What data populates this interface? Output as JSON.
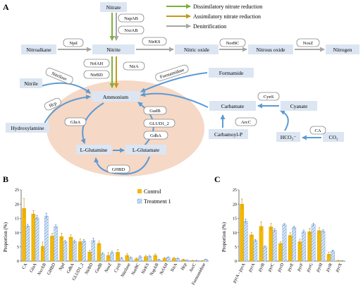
{
  "panel_labels": {
    "a": "A",
    "b": "B",
    "c": "C"
  },
  "legend_top": [
    {
      "label": "Dissimilatory nitrate reduction",
      "color": "#7ab23a"
    },
    {
      "label": "Assimilatory nitrate reduction",
      "color": "#c49a1c"
    },
    {
      "label": "Denitrification",
      "color": "#a6a6a6"
    }
  ],
  "nodes": {
    "nitrate": "Nitrate",
    "nitroalkane": "Nitroalkane",
    "nitrite": "Nitrite",
    "nitric_oxide": "Nitric oxide",
    "nitrous_oxide": "Nitrous oxide",
    "nitrogen": "Nitrogen",
    "nitrile": "Nitrile",
    "formamide": "Formamide",
    "ammonium": "Ammonium",
    "carbamate": "Carbamate",
    "cyanate": "Cyanate",
    "hydroxylamine": "Hydroxylamine",
    "l_glutamine": "L-Glutamine",
    "l_glutamate": "L-Glutamate",
    "carbamoyl_p": "Carbamoyl-P",
    "hco3": "HCO₃⁻",
    "co2": "CO₂"
  },
  "enzymes": {
    "napab": "NapAB",
    "nxrab": "NxrAB",
    "npd": "Npd",
    "nirks": "NirKS",
    "norbc": "NorBC",
    "nosz": "NosZ",
    "nrfah": "NrfAH",
    "nirbd": "NirBD",
    "nira": "NirA",
    "nitrilase": "Nitrilase",
    "formamidase": "Formamidase",
    "hcp": "Hcp",
    "glna": "GlnA",
    "gudb": "GudB",
    "gludh2": "GLUD1_2",
    "gdha": "GdhA",
    "ghbd": "GHBD",
    "cyns": "CynS",
    "arcc": "ArcC",
    "ca": "CA"
  },
  "colors": {
    "green": "#7ab23a",
    "gold": "#c49a1c",
    "grey": "#a6a6a6",
    "blue": "#5b9bd5",
    "cell": "#f6d8c6",
    "control": "#f5b800",
    "treatment": "#8fb4e3"
  },
  "chart_data": [
    {
      "type": "bar",
      "ylabel": "Proportion (%)",
      "ylim": [
        0,
        25
      ],
      "yticks": [
        "0",
        "5",
        "10",
        "15",
        "20",
        "25"
      ],
      "legend": {
        "position": "top-right"
      },
      "categories": [
        "CA",
        "GlnA",
        "NxrAB",
        "GHBD",
        "Npd",
        "GdhA",
        "GLUD1_2",
        "NirBD",
        "GudB",
        "NosZ",
        "CynS",
        "Nitrilase",
        "NorBC",
        "NirKS",
        "NapAB",
        "NrfAH",
        "NirA",
        "Hcp",
        "ArcC",
        "Formamidase"
      ],
      "series": [
        {
          "name": "Control",
          "values": [
            18.5,
            16.5,
            5.2,
            8.8,
            8.6,
            8.4,
            6.8,
            3.2,
            6.2,
            2.0,
            3.1,
            2.0,
            0.8,
            1.6,
            2.0,
            1.0,
            1.0,
            0.5,
            0.2,
            0.1
          ],
          "errors": [
            3.5,
            1.2,
            1.5,
            1.0,
            1.2,
            0.8,
            1.0,
            0.6,
            0.8,
            1.0,
            1.0,
            0.6,
            0.3,
            0.4,
            0.5,
            0.3,
            0.3,
            0.2,
            0.1,
            0.1
          ]
        },
        {
          "name": "Treatment 1",
          "values": [
            12.3,
            15.2,
            15.8,
            12.1,
            6.8,
            6.9,
            7.0,
            7.2,
            2.6,
            3.0,
            1.0,
            1.2,
            1.5,
            1.7,
            0.5,
            1.3,
            0.9,
            0.3,
            0.2,
            0.6
          ],
          "errors": [
            0.6,
            0.8,
            1.0,
            0.6,
            0.5,
            0.5,
            0.6,
            0.8,
            0.4,
            0.5,
            0.3,
            0.3,
            0.4,
            0.3,
            0.2,
            0.2,
            0.2,
            0.1,
            0.1,
            0.1
          ]
        }
      ]
    },
    {
      "type": "bar",
      "ylabel": "Proportion (%)",
      "ylim": [
        0,
        25
      ],
      "yticks": [
        "0",
        "5",
        "10",
        "15",
        "20",
        "25"
      ],
      "categories": [
        "pyrA - pyrA",
        "pyrA",
        "pyrB",
        "pyrC",
        "pyrD",
        "pyrE",
        "pyrF",
        "pyrG",
        "pyrH",
        "pyrR",
        "pyrX"
      ],
      "series": [
        {
          "name": "Control",
          "values": [
            20.0,
            9.2,
            12.2,
            12.0,
            6.2,
            9.0,
            6.8,
            10.3,
            10.7,
            2.4,
            0.2
          ],
          "errors": [
            1.8,
            0.8,
            1.6,
            1.2,
            0.6,
            1.0,
            0.9,
            1.2,
            1.0,
            0.8,
            0.1
          ]
        },
        {
          "name": "Treatment 1",
          "values": [
            14.0,
            7.2,
            5.0,
            10.8,
            12.8,
            11.8,
            10.3,
            12.8,
            10.5,
            3.5,
            0.1
          ],
          "errors": [
            0.8,
            0.4,
            0.4,
            0.6,
            0.4,
            0.5,
            0.6,
            0.5,
            0.5,
            0.4,
            0.1
          ]
        }
      ]
    }
  ]
}
